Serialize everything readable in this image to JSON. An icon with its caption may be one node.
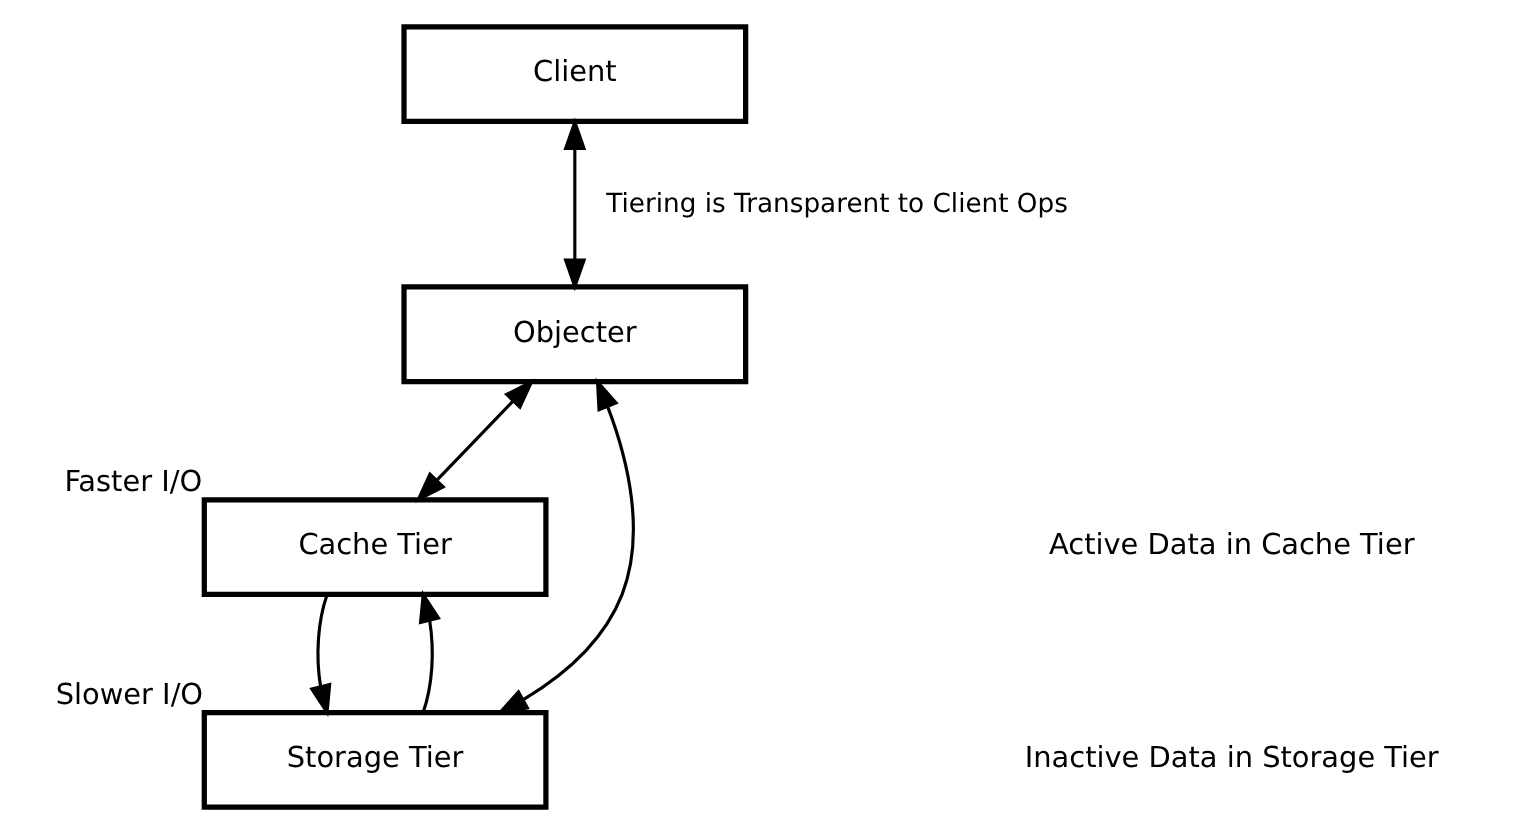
{
  "diagram": {
    "nodes": [
      {
        "text": [
          "Client"
        ]
      },
      {
        "text": [
          "Objecter"
        ]
      },
      {
        "text": [
          "Cache Tier"
        ],
        "beside": [
          "Faster I/O"
        ]
      },
      {
        "text": [
          "Storage Tier"
        ],
        "beside": [
          "Slower I/O"
        ]
      }
    ],
    "edges": [
      {
        "from": 0,
        "to": 1,
        "arrow": "both",
        "label": "Tiering is Transparent to Client Ops"
      },
      {
        "from": 1,
        "to": 2,
        "arrow": "both"
      },
      {
        "from": 1,
        "to": 3,
        "arrow": "both"
      },
      {
        "from": 2,
        "to": 3,
        "arrow": "to"
      },
      {
        "from": 3,
        "to": 2,
        "arrow": "to"
      }
    ],
    "labels": [
      "Active Data in Cache Tier",
      "Inactive Data in Storage Tier"
    ]
  }
}
